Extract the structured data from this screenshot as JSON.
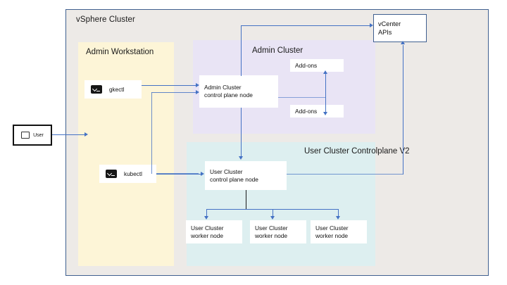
{
  "diagram": {
    "title": "vSphere Cluster",
    "panels": {
      "admin_workstation": "Admin\nWorkstation",
      "admin_workstation_line1": "Admin",
      "admin_workstation_line2": "Workstation",
      "admin_cluster": "Admin Cluster",
      "user_cluster_line1": "User Cluster",
      "user_cluster_line2": "Controlplane V2"
    },
    "actor": {
      "label": "User",
      "icon": "monitor-icon"
    },
    "cli_tools": [
      {
        "label": "gkectl",
        "icon": "terminal-icon"
      },
      {
        "label": "kubectl",
        "icon": "terminal-icon"
      }
    ],
    "nodes": {
      "admin_control_plane_line1": "Admin Cluster",
      "admin_control_plane_line2": "control plane node",
      "user_control_plane_line1": "User Cluster",
      "user_control_plane_line2": "control plane node",
      "addons_top": "Add-ons",
      "addons_bottom": "Add-ons",
      "worker_line1": "User Cluster",
      "worker_line2": "worker node"
    },
    "workers": [
      {
        "line1": "User Cluster",
        "line2": "worker node"
      },
      {
        "line1": "User Cluster",
        "line2": "worker node"
      },
      {
        "line1": "User Cluster",
        "line2": "worker node"
      }
    ],
    "vcenter": {
      "line1": "vCenter",
      "line2": "APIs"
    },
    "colors": {
      "frame_bg": "#edeae7",
      "frame_border": "#3f5f8f",
      "admin_workstation_bg": "#fdf5d7",
      "admin_cluster_bg": "#e9e4f5",
      "user_cluster_bg": "#ddeff0",
      "connector_blue": "#4472c4",
      "connector_black": "#1a1a1a",
      "node_bg": "#ffffff"
    }
  }
}
